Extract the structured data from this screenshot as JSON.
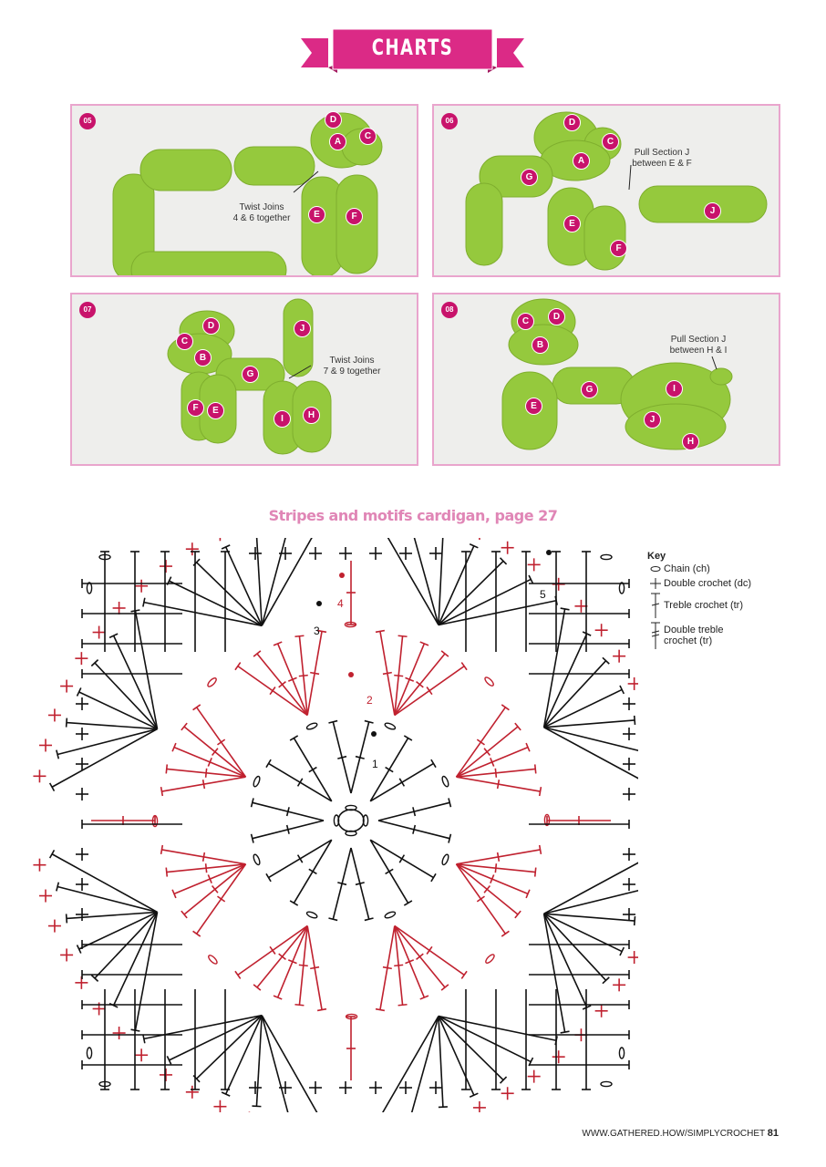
{
  "header": {
    "title": "CHARTS",
    "accent": "#db2a86"
  },
  "panels": [
    {
      "number": "05",
      "labels": [
        "D",
        "A",
        "C",
        "E",
        "F"
      ],
      "note": "Twist Joins\n4 & 6 together"
    },
    {
      "number": "06",
      "labels": [
        "D",
        "C",
        "A",
        "G",
        "E",
        "F",
        "J"
      ],
      "note": "Pull Section J\nbetween E & F"
    },
    {
      "number": "07",
      "labels": [
        "D",
        "C",
        "B",
        "G",
        "J",
        "F",
        "E",
        "I",
        "H"
      ],
      "note": "Twist Joins\n7 & 9 together"
    },
    {
      "number": "08",
      "labels": [
        "C",
        "D",
        "B",
        "G",
        "I",
        "E",
        "J",
        "H"
      ],
      "note": "Pull Section J\nbetween H & I"
    }
  ],
  "section_title": "Stripes and motifs cardigan, page 27",
  "chart": {
    "round_labels": [
      "1",
      "2",
      "3",
      "4",
      "5"
    ],
    "colors": {
      "black": "#111111",
      "red": "#c0212f"
    },
    "key": {
      "title": "Key",
      "items": [
        {
          "symbol": "chain",
          "label": "Chain (ch)"
        },
        {
          "symbol": "double-crochet",
          "label": "Double crochet (dc)"
        },
        {
          "symbol": "treble-crochet",
          "label": "Treble crochet (tr)"
        },
        {
          "symbol": "double-treble",
          "label": "Double treble\ncrochet (tr)"
        }
      ]
    }
  },
  "footer": {
    "url": "WWW.GATHERED.HOW/SIMPLYCROCHET",
    "page": "81"
  }
}
